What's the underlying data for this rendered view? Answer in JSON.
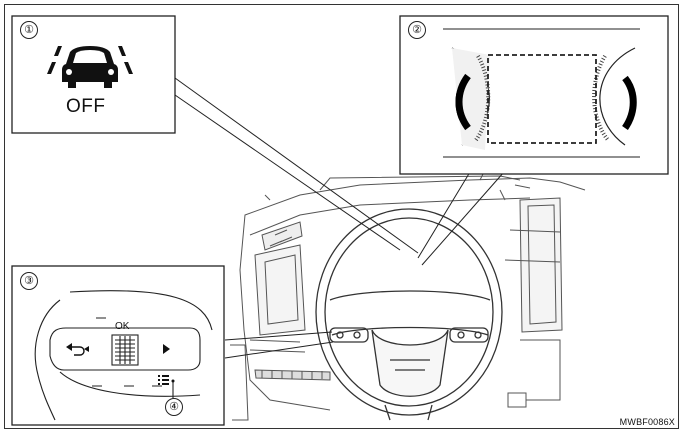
{
  "callouts": {
    "c1": "①",
    "c2": "②",
    "c3": "③",
    "c4": "④"
  },
  "indicator": {
    "status_text": "OFF",
    "icon": "lane-departure-car-icon"
  },
  "switch": {
    "ok_label": "OK",
    "back_icon": "back-arrow-icon",
    "right_icon": "right-arrow-icon",
    "menu_icon": "menu-list-icon"
  },
  "figure_code": "MWBF0086X"
}
